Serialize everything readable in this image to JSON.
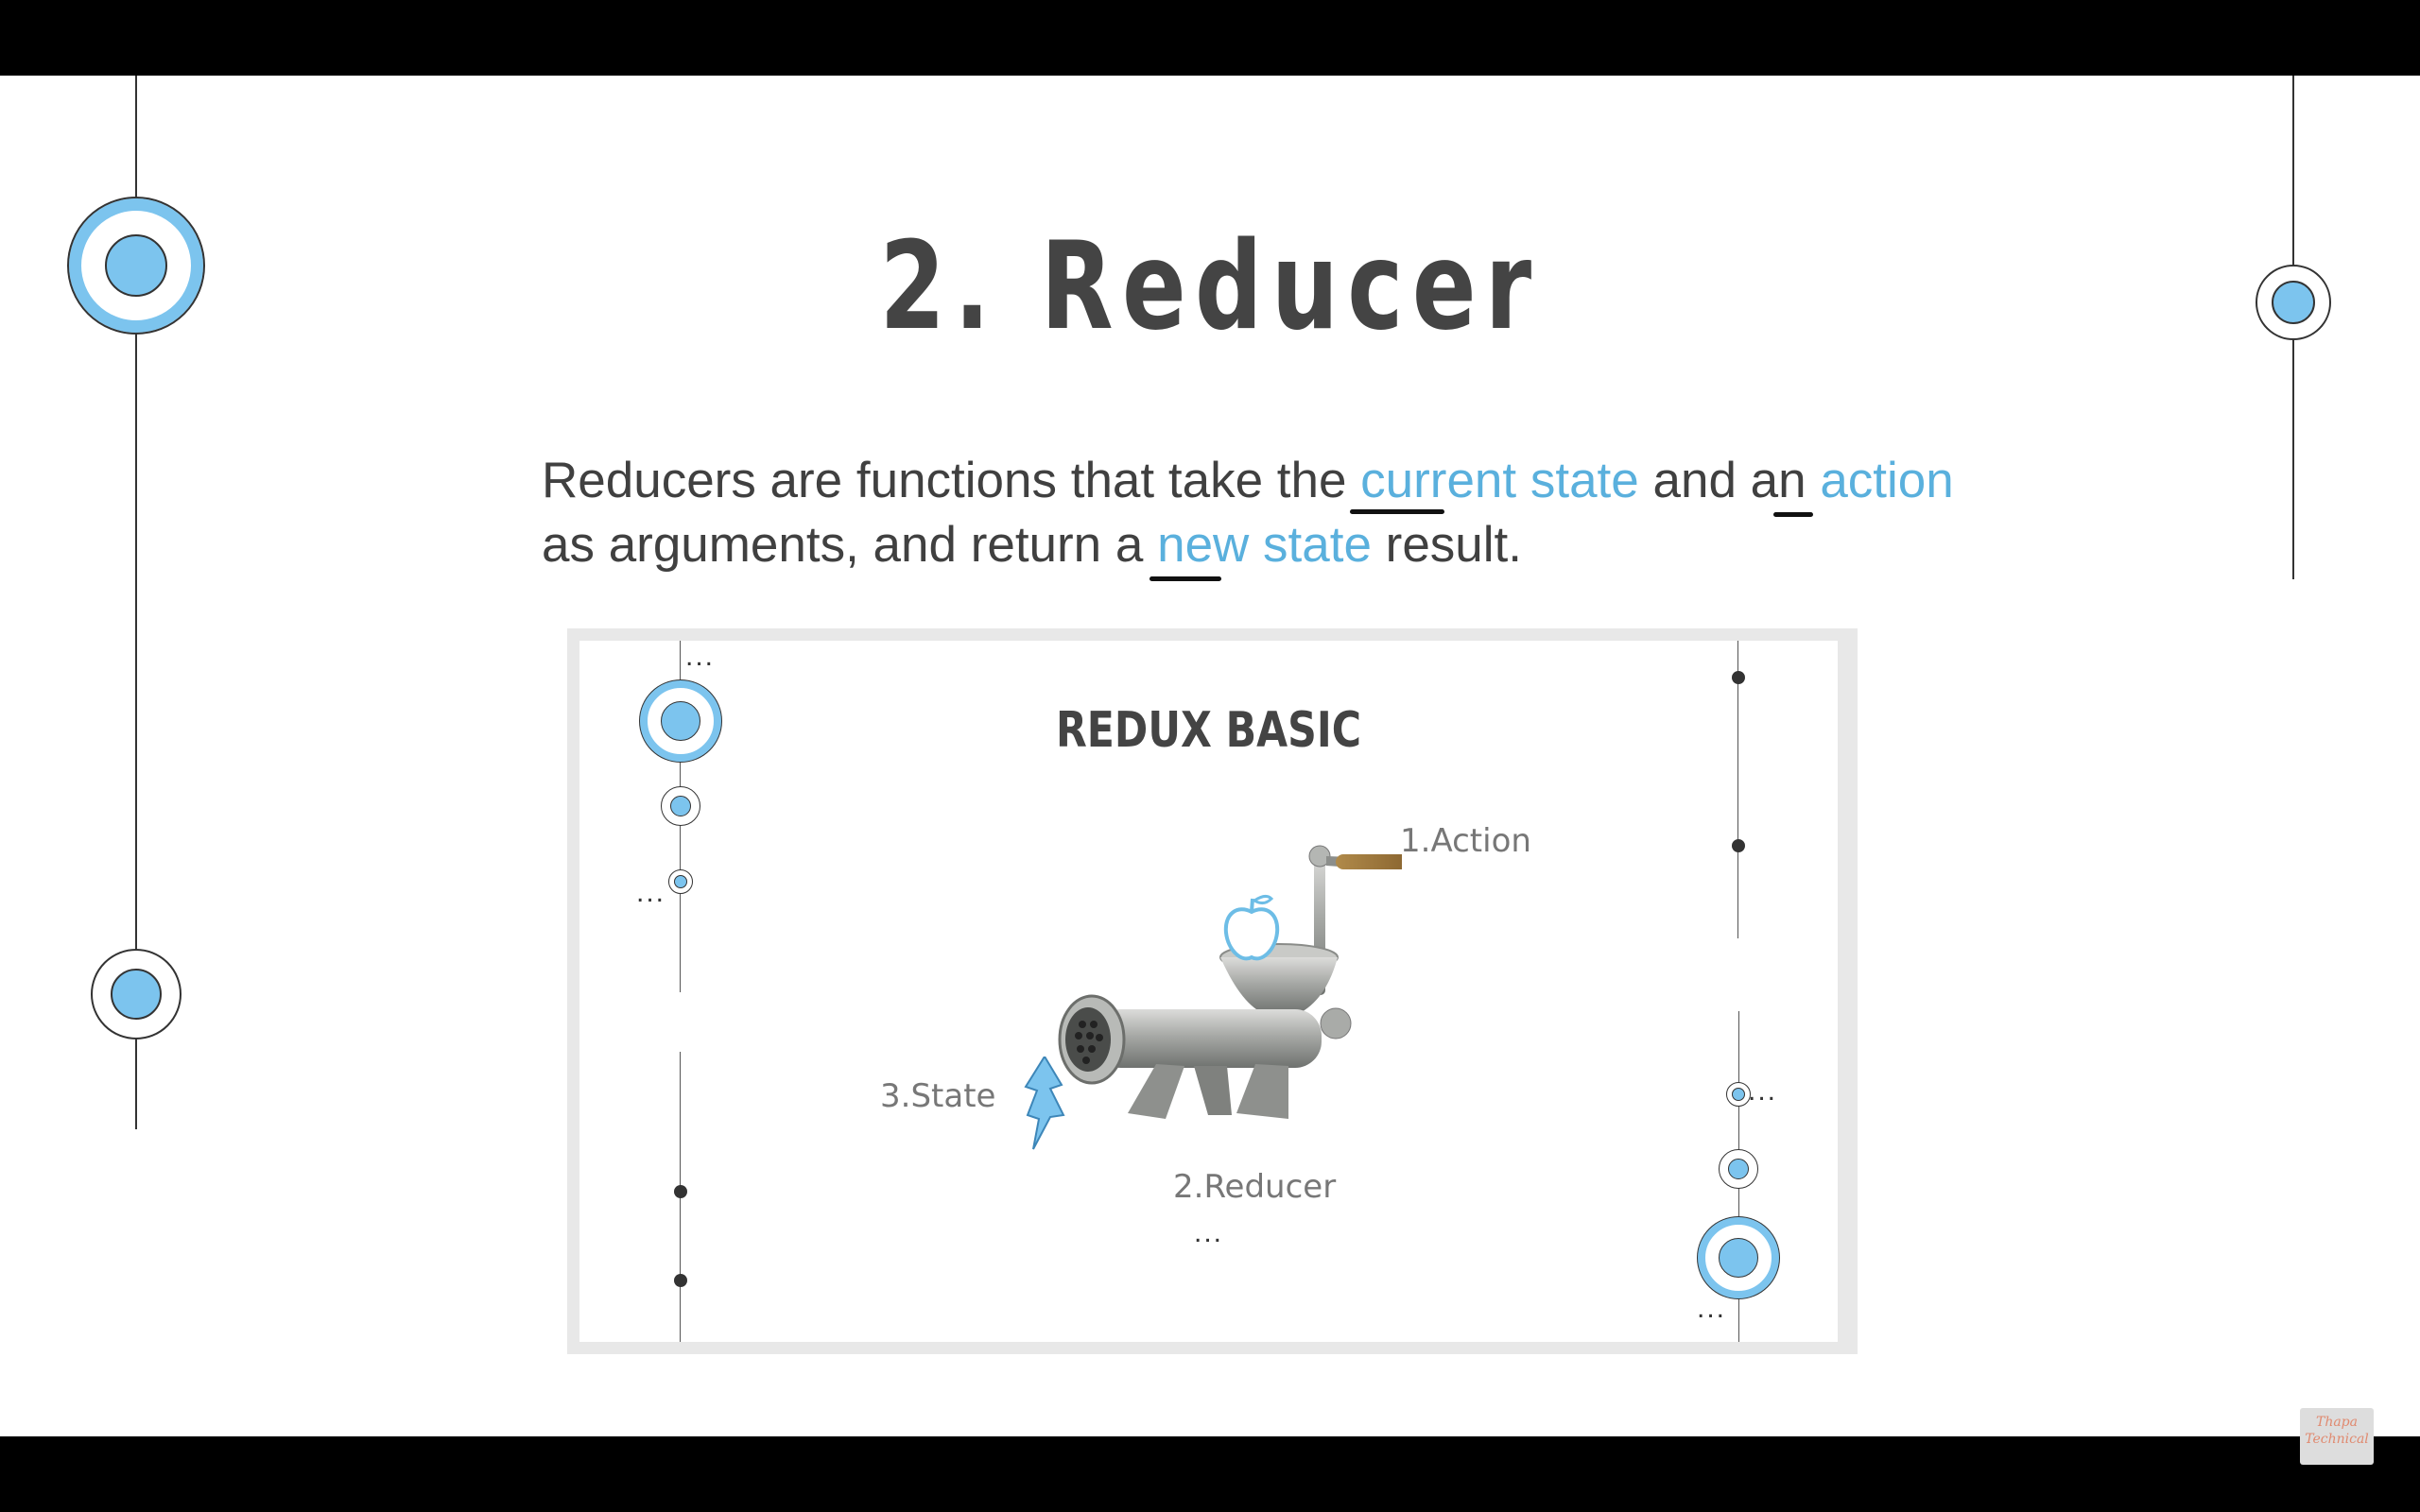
{
  "slide": {
    "title": "2. Reducer",
    "body": {
      "part1": "Reducers are functions that take the ",
      "hl1": "current state",
      "part2": " and an ",
      "hl2": "action",
      "part3": "as arguments, and return a ",
      "hl3": "new state",
      "part4": " result."
    }
  },
  "diagram": {
    "title": "REDUX BASIC",
    "action_label": "1.Action",
    "reducer_label": "2.Reducer",
    "state_label": "3.State",
    "ellipsis": "..."
  },
  "watermark": {
    "line1": "Thapa",
    "line2": "Technical"
  },
  "colors": {
    "accent": "#5ab0dd",
    "circle_fill": "#7cc4ee",
    "text": "#444444"
  },
  "icons": [
    "apple-icon",
    "lightning-icon",
    "meat-grinder-image"
  ]
}
